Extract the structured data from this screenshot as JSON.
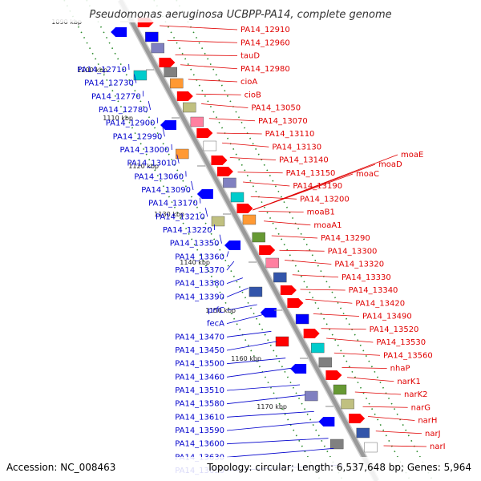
{
  "title": "Pseudomonas aeruginosa UCBPP-PA14, complete genome",
  "accession": "Accession: NC_008463",
  "summary": "Topology: circular; Length: 6,537,648 bp; Genes: 5,964",
  "ticks": [
    "1090 kbp",
    "1100 kbp",
    "1110 kbp",
    "1120 kbp",
    "1130 kbp",
    "1140 kbp",
    "1150 kbp",
    "1160 kbp",
    "1170 kbp"
  ],
  "colors": {
    "backbone": "#9a9a9a",
    "forward_labels": "#e00000",
    "reverse_labels": "#0000cc",
    "dot_track": "#2a8a2a",
    "forward_feature": "#ff0000",
    "reverse_feature": "#0000ff"
  },
  "labels_right": [
    "PA14_12910",
    "PA14_12960",
    "tauD",
    "PA14_12980",
    "cioA",
    "cioB",
    "PA14_13050",
    "PA14_13070",
    "PA14_13110",
    "PA14_13130",
    "PA14_13140",
    "PA14_13150",
    "PA14_13190",
    "PA14_13200",
    "moaB1",
    "moaA1",
    "PA14_13290",
    "PA14_13300",
    "PA14_13320",
    "PA14_13330",
    "PA14_13340",
    "PA14_13420",
    "PA14_13490",
    "PA14_13520",
    "PA14_13530",
    "PA14_13560",
    "nhaP",
    "narK1",
    "narK2",
    "narG",
    "narH",
    "narJ",
    "narI"
  ],
  "labels_moa": [
    "moaE",
    "moaD",
    "moaC"
  ],
  "labels_left": [
    "PA14_12710",
    "PA14_12730",
    "PA14_12770",
    "PA14_12780",
    "PA14_12900",
    "PA14_12990",
    "PA14_13000",
    "PA14_13010",
    "PA14_13060",
    "PA14_13090",
    "PA14_13170",
    "PA14_13210",
    "PA14_13220",
    "PA14_13350",
    "PA14_13360",
    "PA14_13370",
    "PA14_13380",
    "PA14_13390",
    "prfC",
    "fecA",
    "PA14_13470",
    "PA14_13450",
    "PA14_13500",
    "PA14_13460",
    "PA14_13510",
    "PA14_13580",
    "PA14_13610",
    "PA14_13590",
    "PA14_13600",
    "PA14_13630",
    "PA14_13650"
  ]
}
